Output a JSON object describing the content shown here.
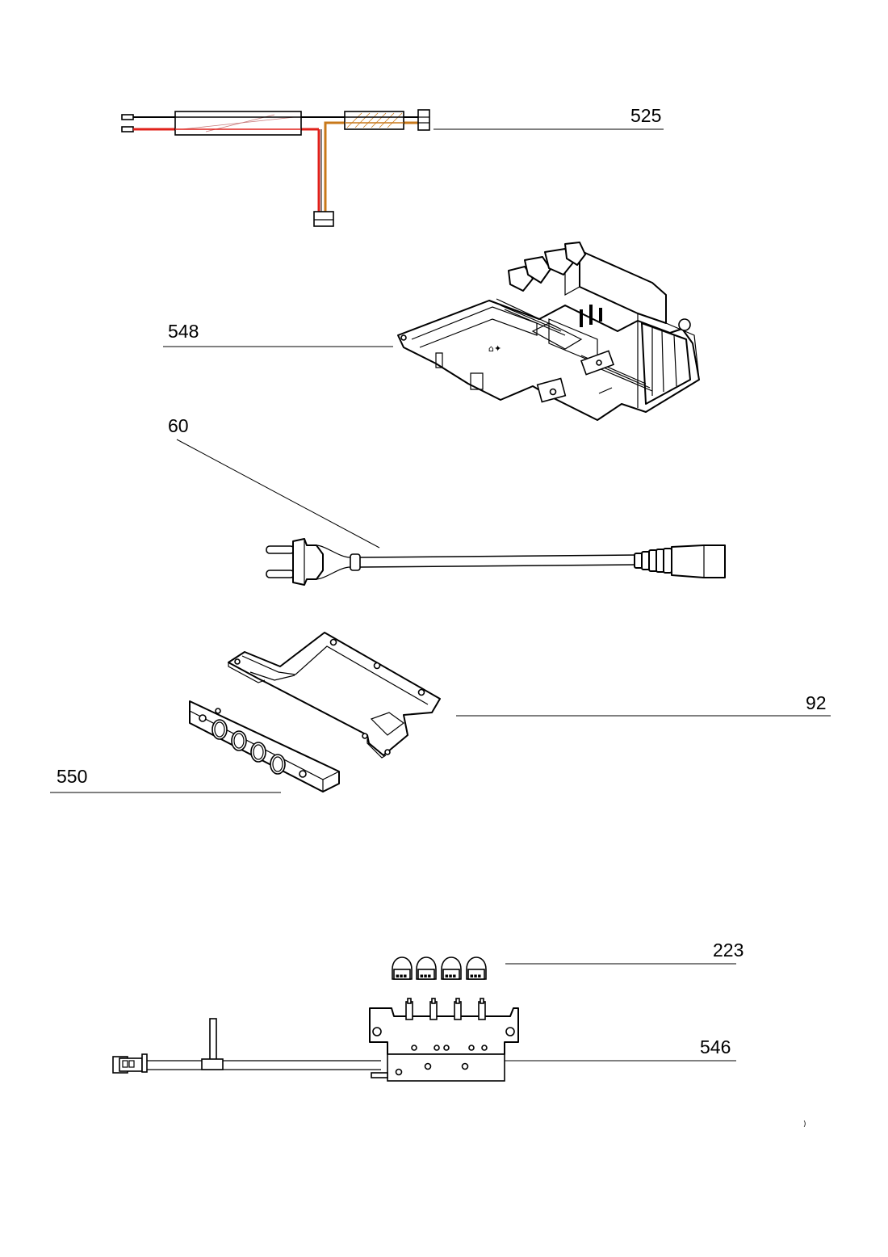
{
  "parts": [
    {
      "label": "525",
      "name": "wiring-harness"
    },
    {
      "label": "548",
      "name": "electronic-board-housing"
    },
    {
      "label": "60",
      "name": "power-cord"
    },
    {
      "label": "92",
      "name": "mounting-bracket"
    },
    {
      "label": "550",
      "name": "control-faceplate"
    },
    {
      "label": "223",
      "name": "push-buttons"
    },
    {
      "label": "546",
      "name": "switch-assembly"
    }
  ],
  "colors": {
    "wire_red": "#e0201a",
    "wire_orange": "#c8781a",
    "line": "#000000"
  }
}
